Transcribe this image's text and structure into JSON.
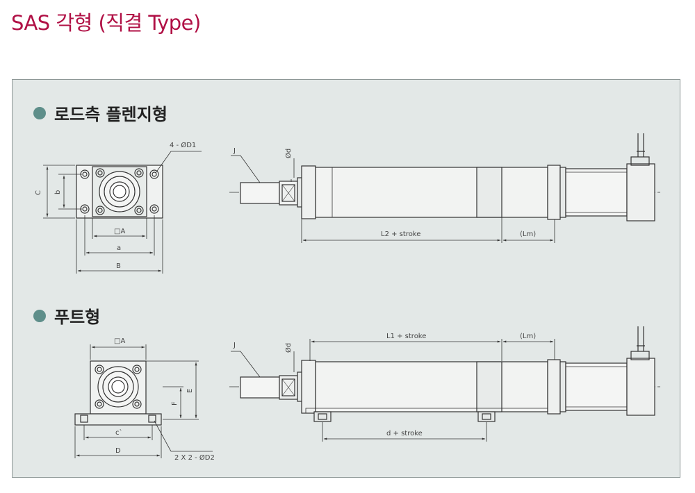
{
  "page": {
    "title": "SAS 각형 (직결 Type)"
  },
  "sections": [
    {
      "title": "로드측 플렌지형"
    },
    {
      "title": "푸트형"
    }
  ],
  "flange": {
    "labels": {
      "holes": "4 - ØD1",
      "c_dim": "C",
      "b_dim": "b",
      "sq_a": "□A",
      "a_dim": "a",
      "B_dim": "B",
      "J": "J",
      "od": "Ød",
      "l2": "L2 + stroke",
      "lm": "(Lm)"
    }
  },
  "foot": {
    "labels": {
      "sq_a": "□A",
      "c_prime": "c`",
      "D": "D",
      "holes": "2 X 2 - ØD2",
      "F": "F",
      "E": "E",
      "J": "J",
      "od": "Ød",
      "l1": "L1 + stroke",
      "lm": "(Lm)",
      "d_stroke": "d + stroke"
    }
  },
  "colors": {
    "title": "#b01045",
    "panel_bg": "#e3e8e7",
    "bullet": "#5e8e8a",
    "line": "#333333"
  }
}
